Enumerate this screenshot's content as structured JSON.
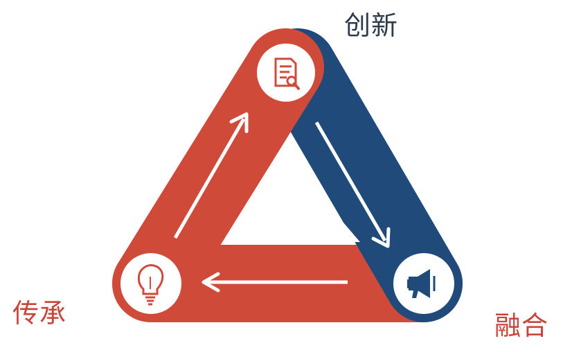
{
  "labels": {
    "top": "创新",
    "left": "传承",
    "right": "融合"
  },
  "colors": {
    "red": "#d04a3a",
    "blue": "#1f4a7a",
    "top_label": "#2d3a4a",
    "bottom_labels": "#c9443a",
    "circle_fill": "#ffffff",
    "arrow": "#ffffff"
  },
  "nodes": {
    "top_icon": "document-search-icon",
    "left_icon": "lightbulb-icon",
    "right_icon": "megaphone-icon"
  }
}
